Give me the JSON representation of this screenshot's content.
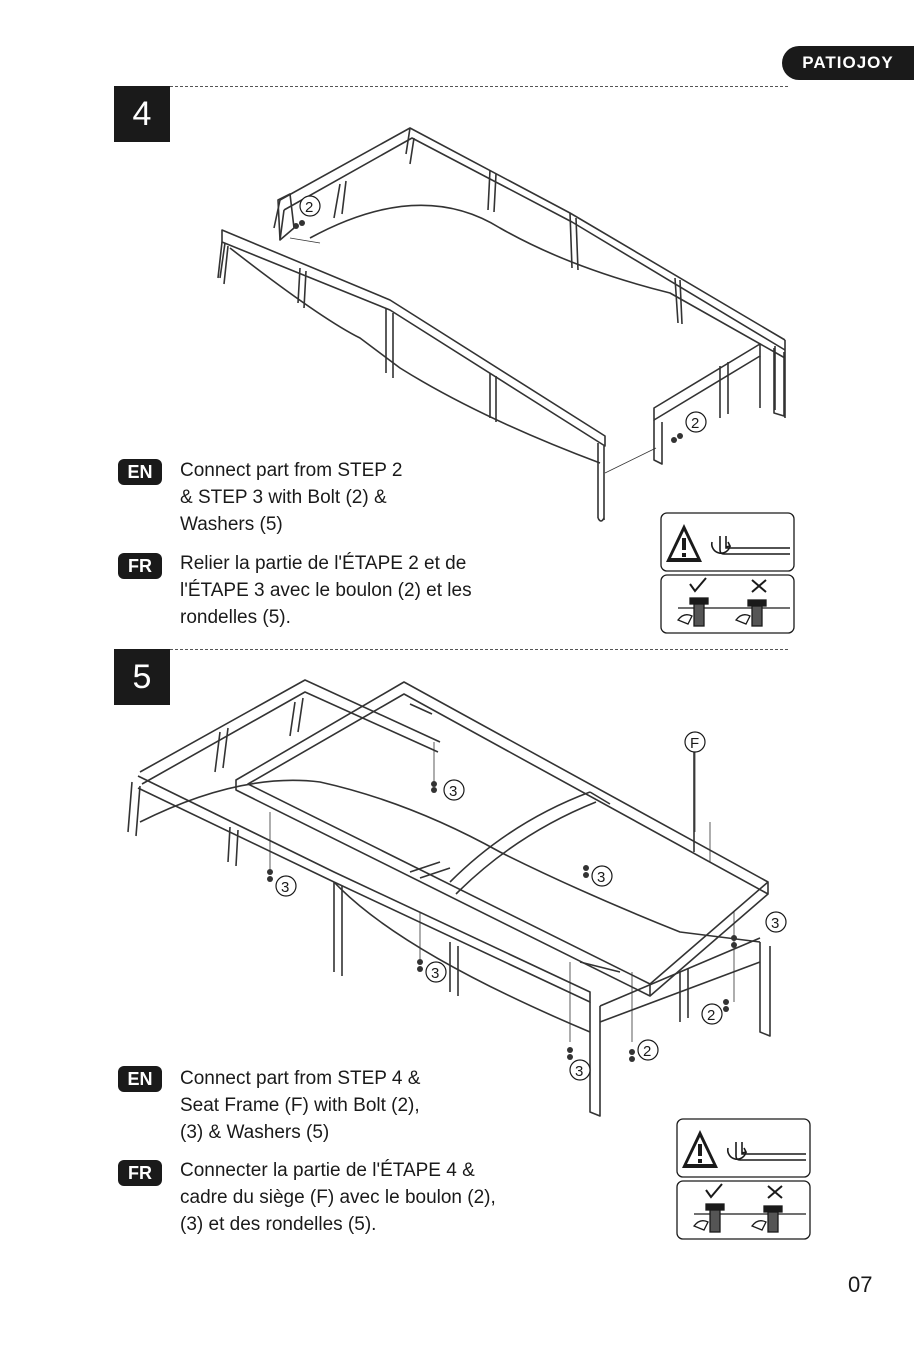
{
  "brand": "PATIOJOY",
  "page_number": "07",
  "steps": [
    {
      "number": "4",
      "en_badge": "EN",
      "en_lines": [
        "Connect part from STEP 2",
        "& STEP 3 with Bolt (2) &",
        "Washers (5)"
      ],
      "fr_badge": "FR",
      "fr_lines": [
        "Relier la partie de l'ÉTAPE 2 et de",
        "l'ÉTAPE 3 avec le boulon (2) et les",
        "rondelles (5)."
      ],
      "callouts": [
        "2",
        "2"
      ]
    },
    {
      "number": "5",
      "en_badge": "EN",
      "en_lines": [
        "Connect part from STEP 4 &",
        "Seat Frame (F) with Bolt (2),",
        "(3) & Washers (5)"
      ],
      "fr_badge": "FR",
      "fr_lines": [
        "Connecter la partie de l'ÉTAPE 4 &",
        "cadre du siège (F) avec le boulon (2),",
        "(3) et des rondelles (5)."
      ],
      "callouts": [
        "F",
        "3",
        "3",
        "3",
        "3",
        "3",
        "3",
        "2",
        "2"
      ]
    }
  ],
  "icons": [
    "warning-icon",
    "allen-key-icon",
    "check-icon",
    "cross-icon",
    "bolt-icon"
  ]
}
